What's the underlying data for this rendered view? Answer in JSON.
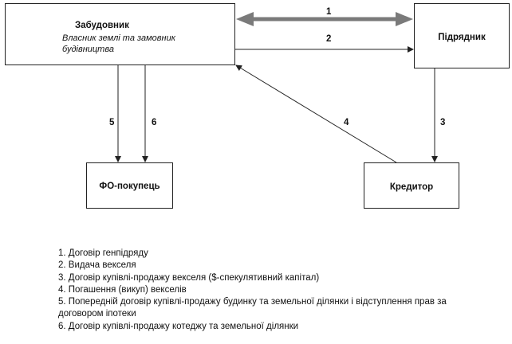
{
  "boxes": {
    "developer": {
      "title": "Забудовник",
      "subtitle": "Власник землі та замовник будівництва"
    },
    "contractor": {
      "title": "Підрядник"
    },
    "buyer": {
      "title": "ФО-покупець"
    },
    "creditor": {
      "title": "Кредитор"
    }
  },
  "arrow_labels": [
    "1",
    "2",
    "3",
    "4",
    "5",
    "6"
  ],
  "legend": [
    "1. Договір генпідряду",
    "2. Видача векселя",
    "3. Договір купівлі-продажу векселя ($-спекулятивний капітал)",
    "4. Погашення (викуп) векселів",
    "5. Попередній договір купівлі-продажу будинку та земельної ділянки і відступлення прав за договором іпотеки",
    "6. Договір купівлі-продажу котеджу та земельної ділянки"
  ],
  "colors": {
    "thick_arrow": "#7a7a7a",
    "line": "#222222"
  }
}
